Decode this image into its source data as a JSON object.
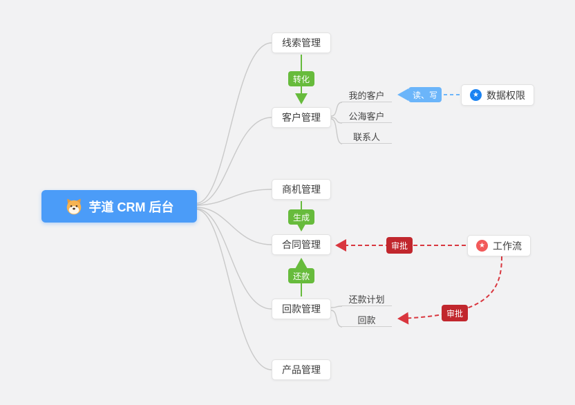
{
  "root": {
    "label": "芋道 CRM 后台"
  },
  "branches": {
    "lead": "线索管理",
    "customer": "客户管理",
    "opportunity": "商机管理",
    "contract": "合同管理",
    "receivable": "回款管理",
    "product": "产品管理"
  },
  "customer_children": [
    "我的客户",
    "公海客户",
    "联系人"
  ],
  "receivable_children": [
    "还款计划",
    "回款"
  ],
  "right_nodes": {
    "data_permission": "数据权限",
    "workflow": "工作流"
  },
  "edge_labels": {
    "convert": "转化",
    "generate": "生成",
    "repay": "还款",
    "read_write": "读、写",
    "approve_contract": "审批",
    "approve_receivable": "审批"
  },
  "icons": {
    "root": "dog-icon",
    "data_permission": "star-icon",
    "workflow": "star-icon",
    "star_glyph": "★"
  },
  "colors": {
    "background": "#f2f2f3",
    "root_bg": "#4b9cf8",
    "node_bg": "#ffffff",
    "node_border": "#e2e2e2",
    "gray_edge": "#c9c9c9",
    "green": "#67bb3c",
    "blue_badge": "#6bb5fa",
    "red_badge": "#c1272d",
    "red_line": "#d9363e",
    "star_blue": "#1b83f2",
    "star_pink": "#f25a5a"
  }
}
